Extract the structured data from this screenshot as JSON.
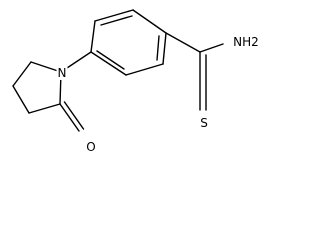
{
  "molecule": {
    "atoms": {
      "nitrogen_ring": "N",
      "oxygen_carbonyl": "O",
      "amide_nh2": "NH2",
      "sulfur_thio": "S"
    }
  },
  "colors": {
    "bond": "#000000",
    "label": "#000000",
    "background": "#ffffff"
  }
}
